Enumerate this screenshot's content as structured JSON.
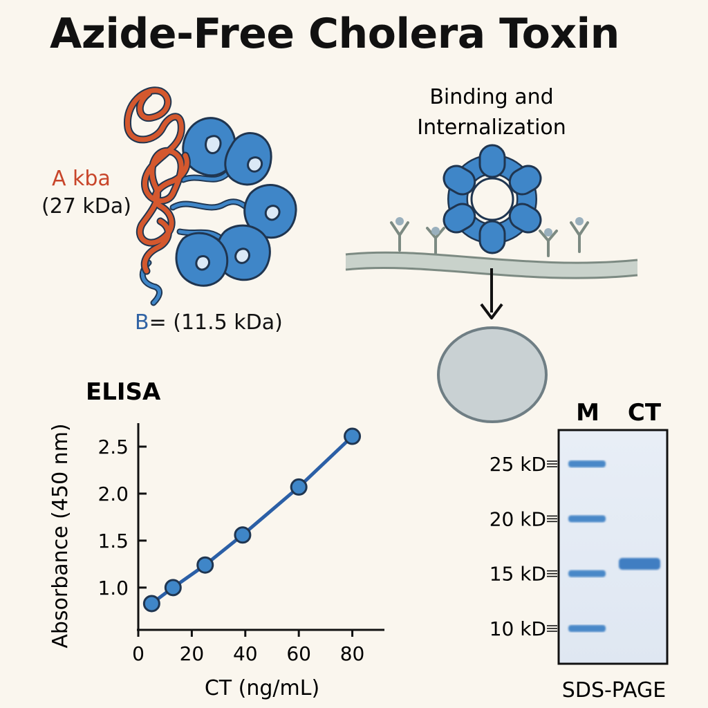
{
  "title": "Azide-Free Cholera Toxin",
  "structure": {
    "a_label": "A kba",
    "a_mass": "(27 kDa)",
    "b_letter": "B",
    "b_mass": "= (11.5 kDa)",
    "colors": {
      "a_subunit": "#d4582e",
      "b_subunit": "#3f86c8",
      "outline": "#1f3550"
    }
  },
  "binding": {
    "title_line1": "Binding and",
    "title_line2": "Internalization"
  },
  "elisa": {
    "heading": "ELISA",
    "chart_data": {
      "type": "line",
      "xlabel": "CT (ng/mL)",
      "ylabel": "Absorbance (450 nm)",
      "x_ticks": [
        0,
        20,
        40,
        60,
        80
      ],
      "y_ticks": [
        1.0,
        1.5,
        2.0,
        2.5
      ],
      "xlim": [
        0,
        92
      ],
      "ylim": [
        0.55,
        2.75
      ],
      "grid": false,
      "series": [
        {
          "x": [
            5,
            13,
            25,
            39,
            60,
            80
          ],
          "y": [
            0.83,
            1.0,
            1.24,
            1.56,
            2.07,
            2.61
          ]
        }
      ],
      "color": "#2b5fa6"
    }
  },
  "gel": {
    "lane_m": "M",
    "lane_ct": "CT",
    "caption": "SDS-PAGE",
    "markers": [
      {
        "label": "25 kD",
        "kd": 25
      },
      {
        "label": "20 kD",
        "kd": 20
      },
      {
        "label": "15 kD",
        "kd": 15
      },
      {
        "label": "10 kD",
        "kd": 10
      }
    ]
  }
}
